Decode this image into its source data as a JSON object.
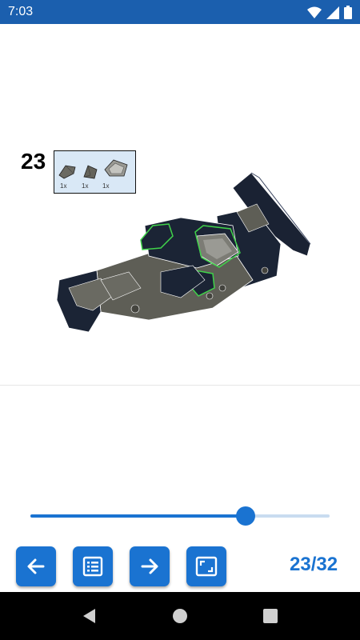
{
  "status_bar": {
    "time": "7:03",
    "icons": [
      "wifi-icon",
      "cellular-signal-icon",
      "battery-icon"
    ],
    "background": "#1b5fae"
  },
  "step": {
    "number": "23",
    "parts": [
      {
        "icon": "wedge-plate-part-icon",
        "quantity": "1x"
      },
      {
        "icon": "slope-brick-part-icon",
        "quantity": "1x"
      },
      {
        "icon": "transparent-slope-part-icon",
        "quantity": "1x"
      }
    ],
    "image": "race-car-model-illustration"
  },
  "slider": {
    "value": 23,
    "max": 32,
    "accent": "#1a73d1"
  },
  "toolbar": {
    "buttons": [
      {
        "name": "previous-step-button",
        "icon": "arrow-left-icon"
      },
      {
        "name": "parts-list-button",
        "icon": "list-icon"
      },
      {
        "name": "next-step-button",
        "icon": "arrow-right-icon"
      },
      {
        "name": "fullscreen-button",
        "icon": "fullscreen-icon"
      }
    ],
    "page_counter": "23/32"
  },
  "nav_bar": {
    "buttons": [
      "back-triangle-icon",
      "home-circle-icon",
      "recents-square-icon"
    ]
  }
}
